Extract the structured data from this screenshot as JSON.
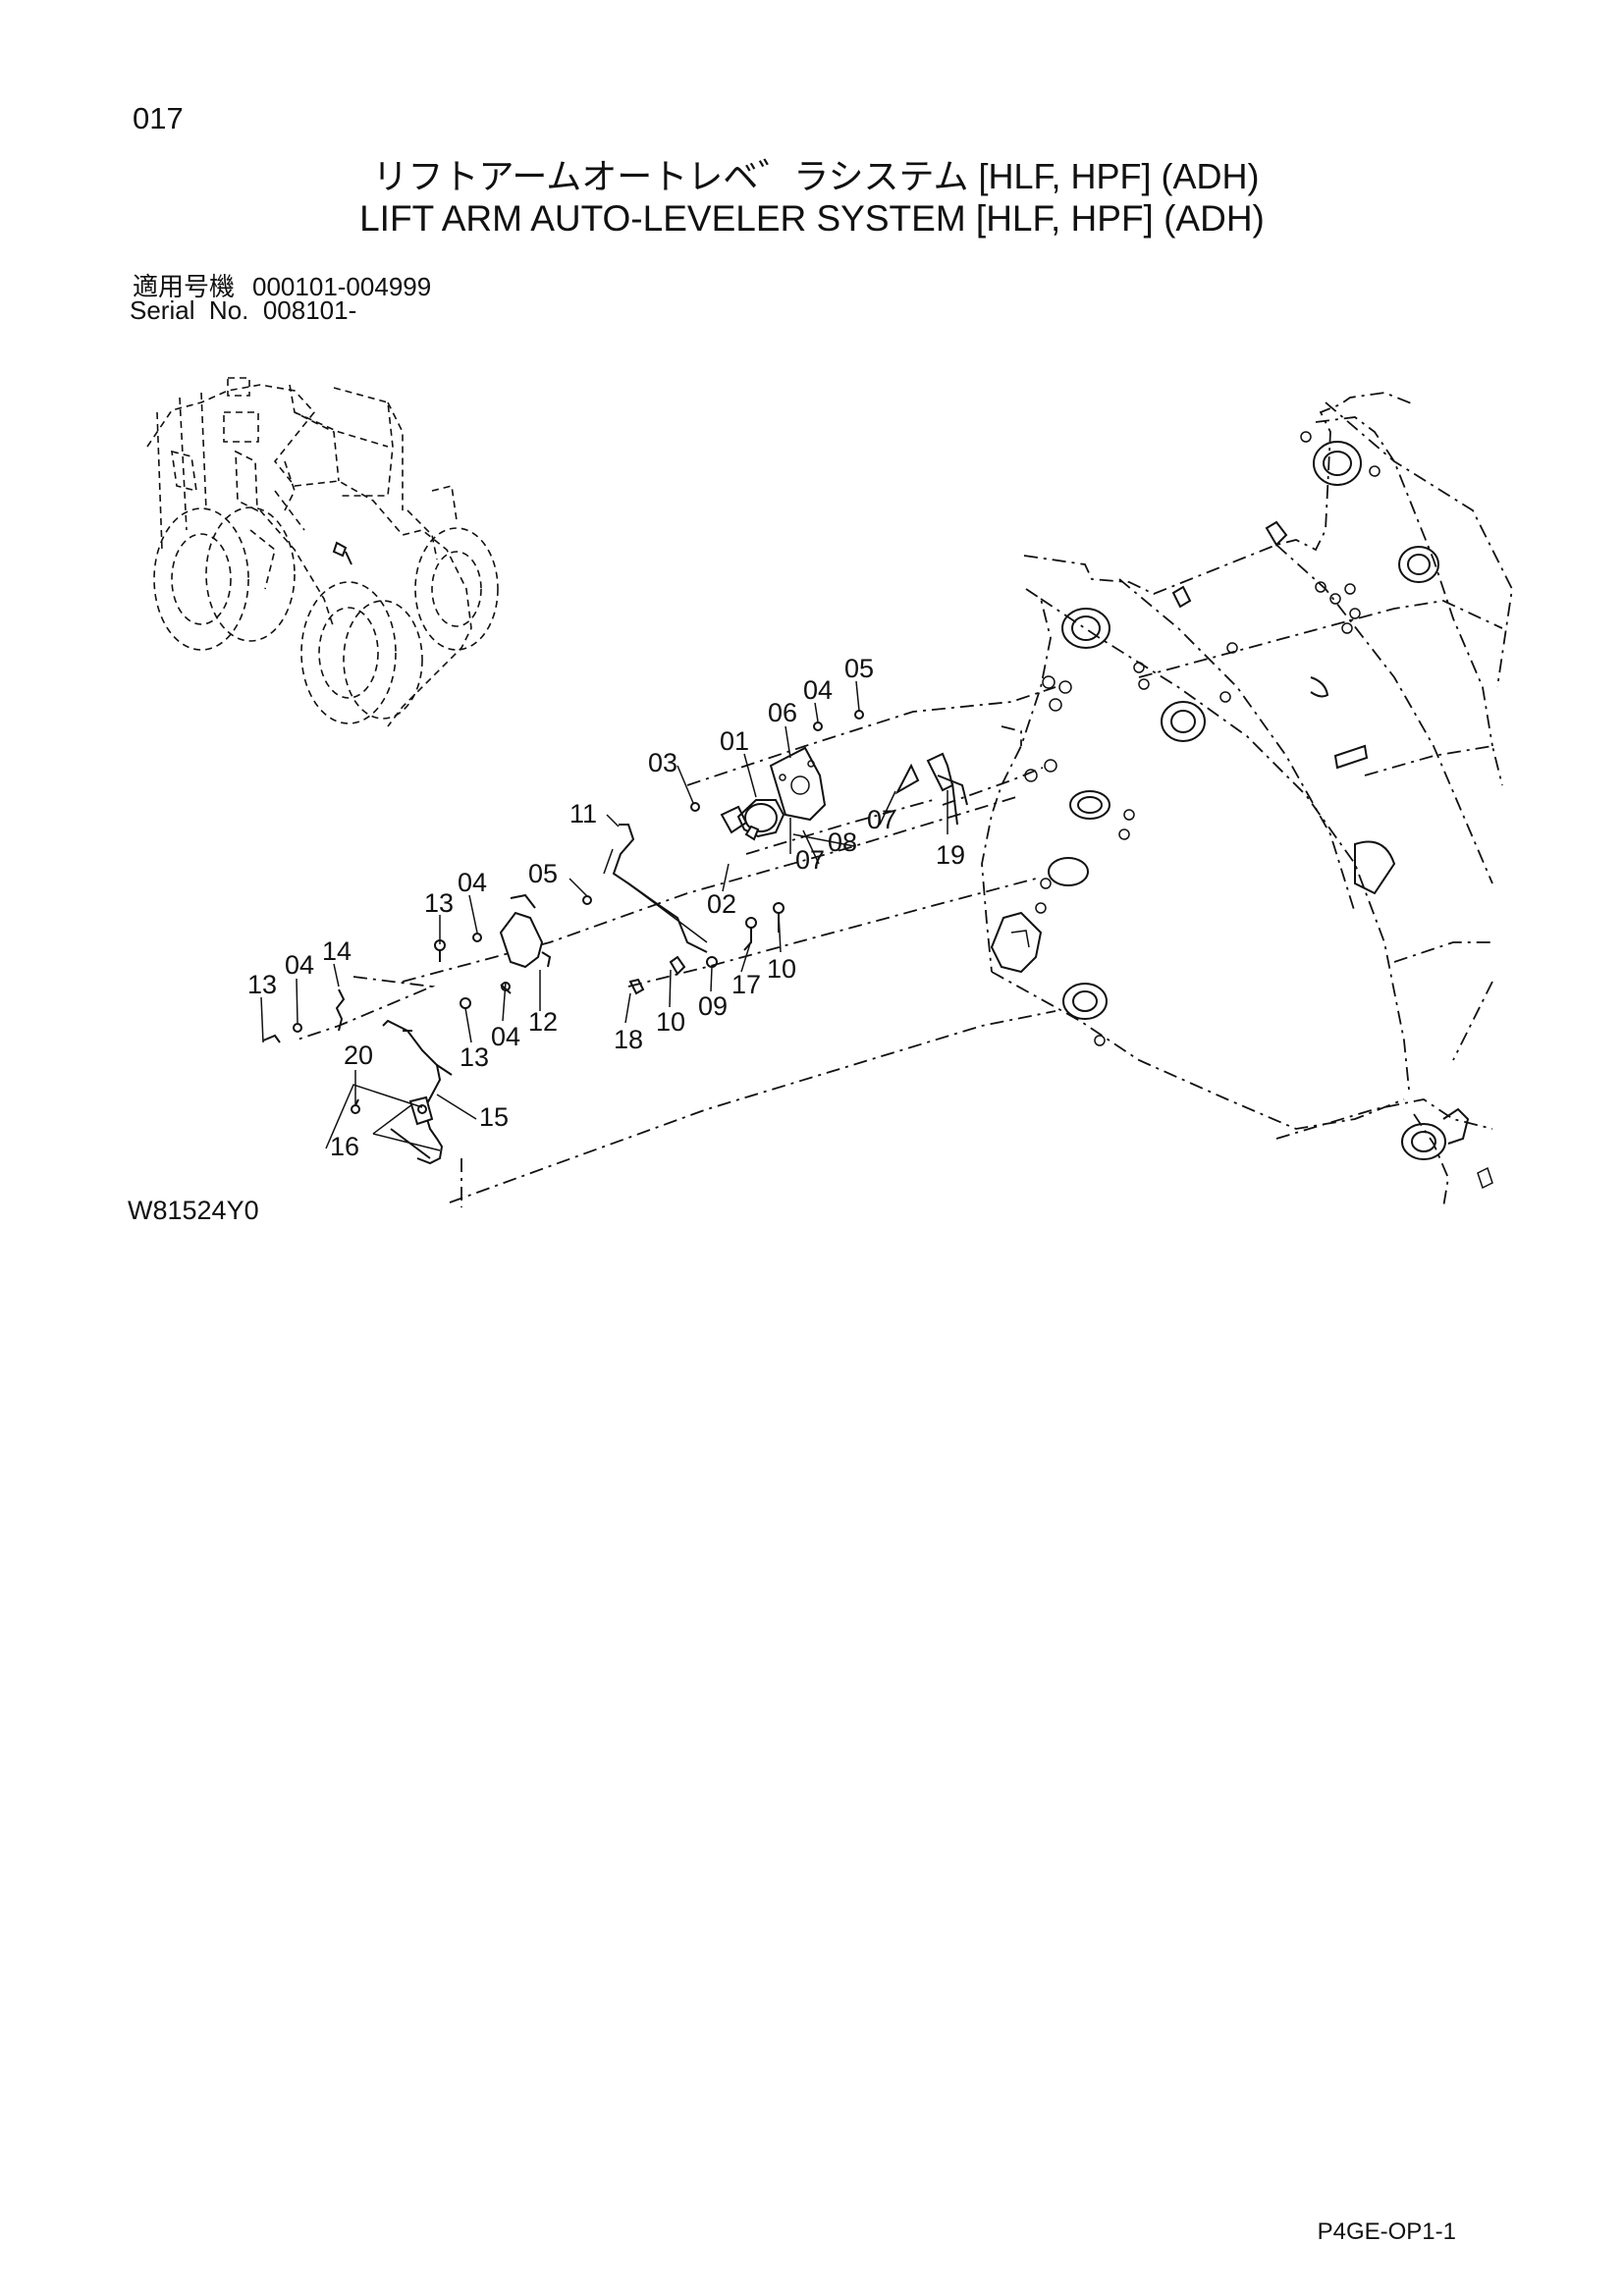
{
  "page_number": "017",
  "title_jp": "リフトアームオートレベ゛ラシステム [HLF, HPF] (ADH)",
  "title_en": "LIFT ARM AUTO-LEVELER SYSTEM [HLF, HPF] (ADH)",
  "serial_jp_label": "適用号機",
  "serial_jp_range": "000101-004999",
  "serial_en": "Serial  No.  008101-",
  "figure_code": "W81524Y0",
  "footer_code": "P4GE-OP1-1",
  "callouts": [
    "01",
    "02",
    "03",
    "04",
    "04",
    "04",
    "04",
    "05",
    "05",
    "06",
    "07",
    "07",
    "08",
    "09",
    "10",
    "10",
    "11",
    "12",
    "13",
    "13",
    "13",
    "14",
    "15",
    "16",
    "17",
    "18",
    "19",
    "20"
  ]
}
